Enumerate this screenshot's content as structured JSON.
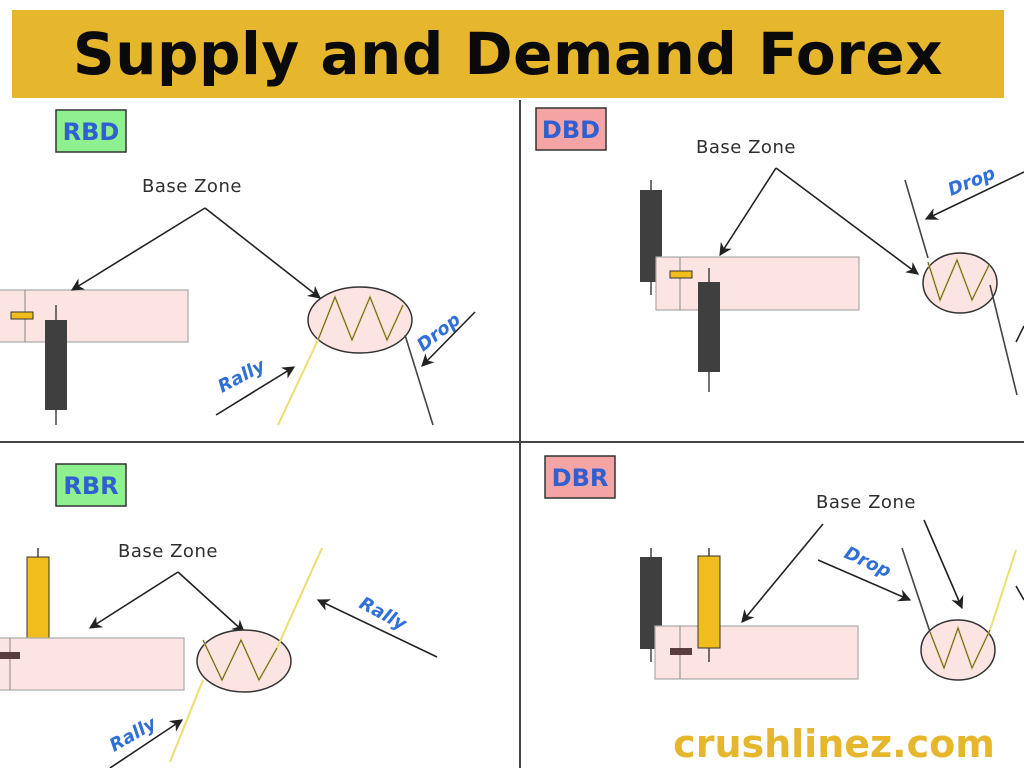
{
  "title": "Supply and Demand Forex",
  "footer": "crushlinez.com",
  "colors": {
    "banner": "#e6b62c",
    "bearish_candle": "#3f3f3f",
    "bullish_candle": "#f0bd1c",
    "base_zone_fill": "#fbe4e2",
    "green_tag": "#8ff08f",
    "red_tag": "#f4a4a4",
    "move_text": "#2f6fd8",
    "yellow_line": "#eadf70"
  },
  "panels": [
    {
      "tag": "RBD",
      "tag_color": "green",
      "zone_label": "Base Zone",
      "moves": [
        "Rally",
        "Drop"
      ]
    },
    {
      "tag": "DBD",
      "tag_color": "red",
      "zone_label": "Base Zone",
      "moves": [
        "Drop"
      ]
    },
    {
      "tag": "RBR",
      "tag_color": "green",
      "zone_label": "Base Zone",
      "moves": [
        "Rally",
        "Rally"
      ]
    },
    {
      "tag": "DBR",
      "tag_color": "red",
      "zone_label": "Base Zone",
      "moves": [
        "Drop"
      ]
    }
  ]
}
